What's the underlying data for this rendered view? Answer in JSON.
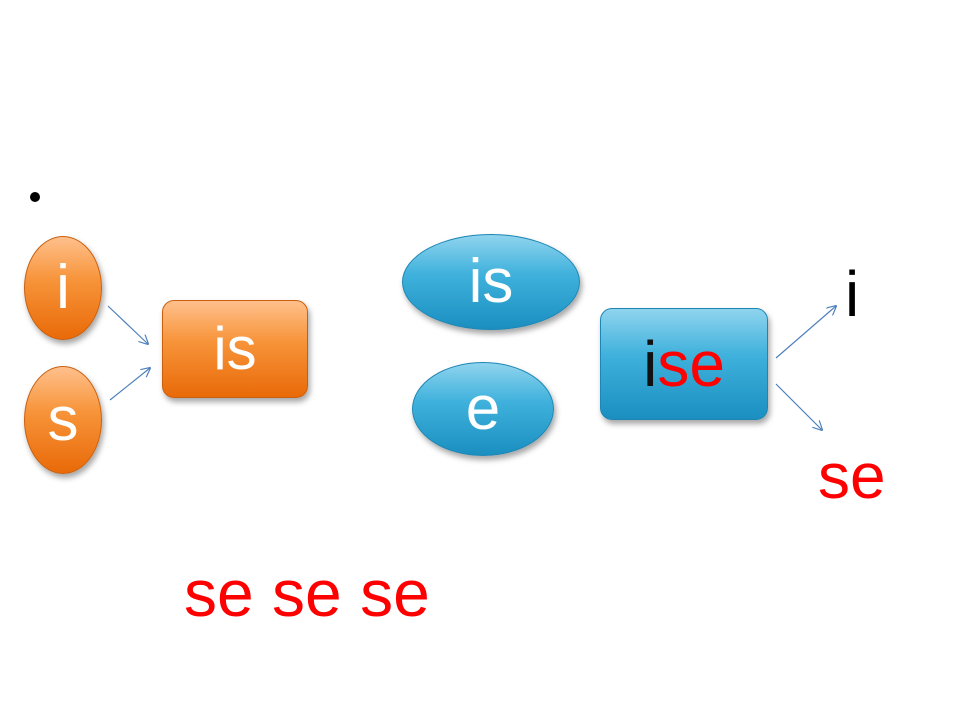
{
  "left_group": {
    "circle_i": "i",
    "circle_s": "s",
    "result": "is"
  },
  "middle_group": {
    "top": "is",
    "bottom": "e"
  },
  "right_group": {
    "combined_first": "i",
    "combined_rest": "se",
    "out_top": "i",
    "out_bottom": "se"
  },
  "bottom_text": "se se se",
  "colors": {
    "orange": "#f7943a",
    "blue": "#3fb1dc",
    "red": "#ff0000",
    "arrow": "#4f81bd"
  }
}
